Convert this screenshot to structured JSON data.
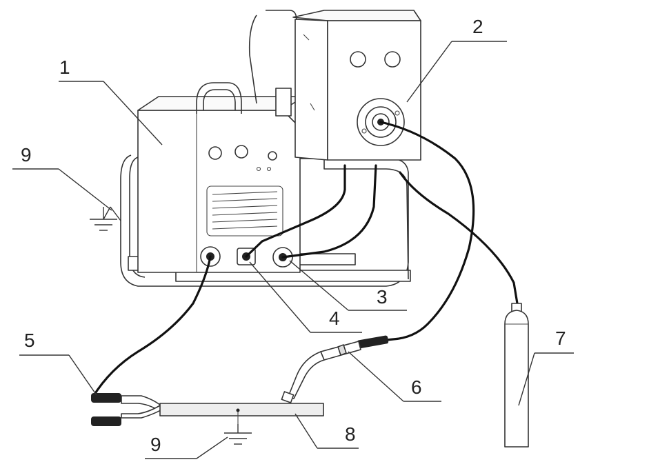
{
  "callouts": [
    {
      "id": "welder",
      "number": "1"
    },
    {
      "id": "wire-feeder",
      "number": "2"
    },
    {
      "id": "terminal-positive",
      "number": "3"
    },
    {
      "id": "control-socket",
      "number": "4"
    },
    {
      "id": "ground-clamp",
      "number": "5"
    },
    {
      "id": "torch",
      "number": "6"
    },
    {
      "id": "gas-cylinder",
      "number": "7"
    },
    {
      "id": "workpiece",
      "number": "8"
    },
    {
      "id": "earth-machine",
      "number": "9"
    },
    {
      "id": "earth-workpiece",
      "number": "9"
    }
  ]
}
